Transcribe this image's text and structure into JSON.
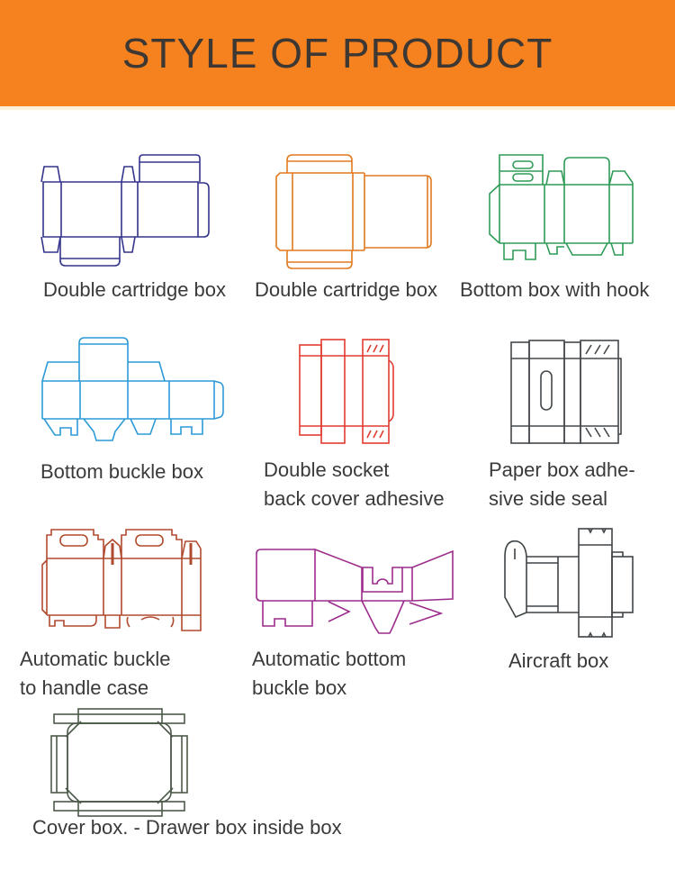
{
  "header": {
    "title": "STYLE OF PRODUCT",
    "bg_color": "#F6821F",
    "text_color": "#3D3833"
  },
  "label_text_color": "#3A3A3A",
  "items": [
    {
      "name": "double-cartridge-box-1",
      "label_lines": [
        "Double cartridge box"
      ],
      "color": "#33338C"
    },
    {
      "name": "double-cartridge-box-2",
      "label_lines": [
        "Double cartridge box"
      ],
      "color": "#E1791F"
    },
    {
      "name": "bottom-box-with-hook",
      "label_lines": [
        "Bottom box with hook"
      ],
      "color": "#2E9B57"
    },
    {
      "name": "bottom-buckle-box",
      "label_lines": [
        "Bottom buckle box"
      ],
      "color": "#2D9AD7"
    },
    {
      "name": "double-socket-back-cover-adhesive",
      "label_lines": [
        "Double socket",
        "back cover adhesive"
      ],
      "color": "#E23B30"
    },
    {
      "name": "paper-box-adhesive-side-seal",
      "label_lines": [
        "Paper box adhe-",
        "sive side seal"
      ],
      "color": "#44484B"
    },
    {
      "name": "automatic-buckle-to-handle-case",
      "label_lines": [
        "Automatic buckle",
        "to handle case"
      ],
      "color": "#B04A2E"
    },
    {
      "name": "automatic-bottom-buckle-box",
      "label_lines": [
        "Automatic bottom",
        "buckle box"
      ],
      "color": "#9C2C8C"
    },
    {
      "name": "aircraft-box",
      "label_lines": [
        "Aircraft box"
      ],
      "color": "#3F4447"
    },
    {
      "name": "cover-box-drawer-box",
      "label_lines": [
        "Cover box. - Drawer box inside box"
      ],
      "color": "#4C5A4A"
    }
  ]
}
